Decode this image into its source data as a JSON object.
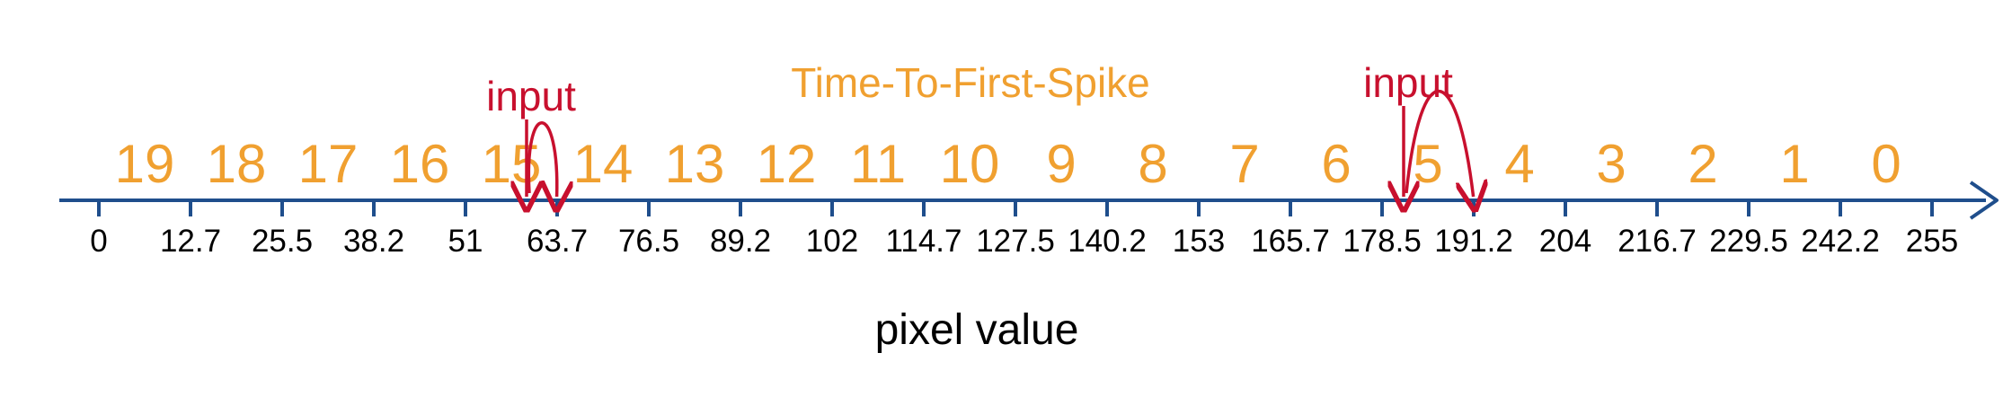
{
  "title": "Time-To-First-Spike",
  "axis_label": "pixel value",
  "colors": {
    "axis": "#1f4e8c",
    "spike_number": "#f0a030",
    "title": "#f0a030",
    "annotation": "#c8102e",
    "tick_label": "#000000"
  },
  "ticks": [
    "0",
    "12.7",
    "25.5",
    "38.2",
    "51",
    "63.7",
    "76.5",
    "89.2",
    "102",
    "114.7",
    "127.5",
    "140.2",
    "153",
    "165.7",
    "178.5",
    "191.2",
    "204",
    "216.7",
    "229.5",
    "242.2",
    "255"
  ],
  "spike_times": [
    "19",
    "18",
    "17",
    "16",
    "15",
    "14",
    "13",
    "12",
    "11",
    "10",
    "9",
    "8",
    "7",
    "6",
    "5",
    "4",
    "3",
    "2",
    "1",
    "0"
  ],
  "annotations": [
    {
      "label": "input",
      "value": 59.5,
      "rounds_to": "63.7"
    },
    {
      "label": "input",
      "value": 181.5,
      "rounds_to": "191.2"
    }
  ]
}
